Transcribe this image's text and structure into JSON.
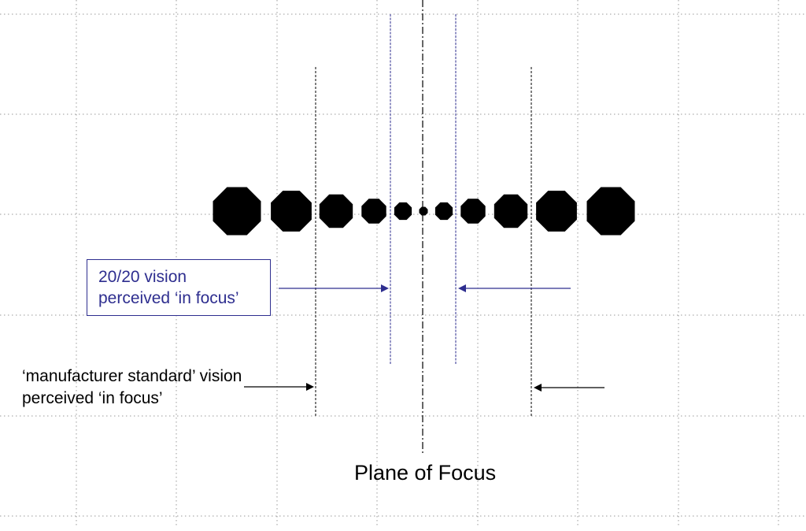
{
  "diagram": {
    "plane_label": "Plane of Focus",
    "blue_label_lines": [
      "20/20 vision",
      "perceived ‘in focus’"
    ],
    "black_label_lines": [
      "‘manufacturer standard’ vision",
      "perceived ‘in focus’"
    ],
    "colors": {
      "blue": "#2e2e8f",
      "black": "#000000",
      "grid": "#9a9a9a"
    },
    "circles_of_confusion": {
      "count": 11,
      "description_order": "largest at both ends, smallest at plane of focus"
    }
  }
}
